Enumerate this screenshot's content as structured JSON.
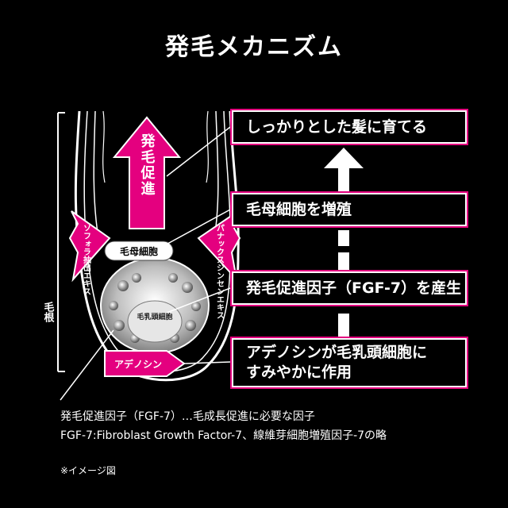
{
  "title": "発毛メカニズム",
  "diagram": {
    "arrow_label": "発毛促進",
    "left_label": "ソフォラ抽出エキス",
    "right_label": "パナックスジンセンエキス",
    "capsule_label": "毛母細胞",
    "papilla_label": "毛乳頭細胞",
    "bottom_label": "アデノシン",
    "side_label": "毛根"
  },
  "boxes": [
    {
      "text": "しっかりとした髪に育てる"
    },
    {
      "text": "毛母細胞を増殖"
    },
    {
      "text": "発毛促進因子（FGF-7）を産生"
    },
    {
      "line1": "アデノシンが毛乳頭細胞に",
      "line2": "すみやかに作用"
    }
  ],
  "notes": {
    "line1": "発毛促進因子（FGF-7）…毛成長促進に必要な因子",
    "line2": "FGF-7:Fibroblast Growth Factor-7、線維芽細胞増殖因子-7の略",
    "line3": "※イメージ図"
  },
  "colors": {
    "accent": "#e4007f",
    "background": "#000000",
    "text": "#ffffff"
  }
}
